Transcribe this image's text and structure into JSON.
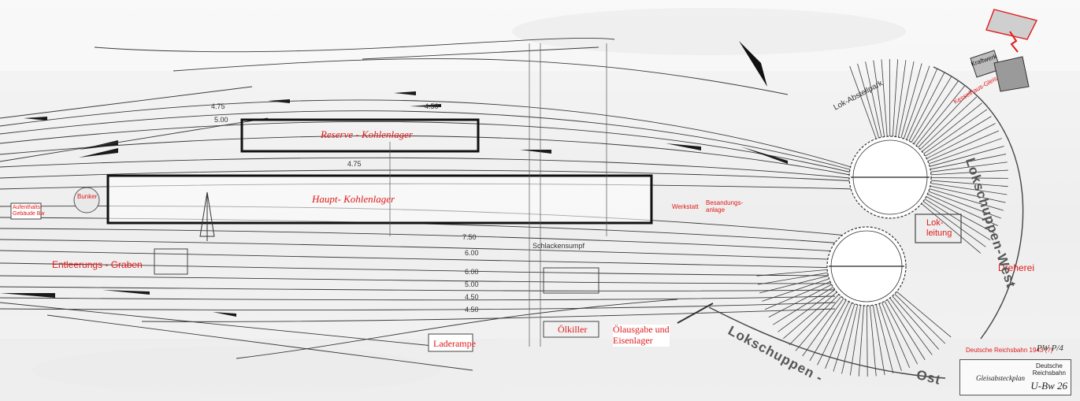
{
  "labels": {
    "reserve_kohlenlager": "Reserve - Kohlenlager",
    "haupt_kohlenlager": "Haupt- Kohlenlager",
    "bunker": "Bunker",
    "aufenthalts": "Aufenthalts-\nGebäude Bw",
    "entleerungs_graben": "Entleerungs - Graben",
    "laderampe": "Laderampe",
    "oelkiller": "Ölkiller",
    "oelausgabe": "Ölausgabe und\nEisenlager",
    "werkstatt": "Werkstatt",
    "besandung": "Besandungs-\nanlage",
    "lok_leitung": "Lok-\nleitung",
    "dreherei": "Dreherei",
    "kraftwerk": "Kraftwerk",
    "kesselhaus_gleis": "Kesselhaus-Gleis",
    "lok_abstellpark": "Lok-Abstellpark",
    "schlackensumpf": "Schlackensumpf",
    "lokschuppen_west": "Lokschuppen-West",
    "lokschuppen_ost_a": "Lokschuppen -",
    "lokschuppen_ost_b": "Ost"
  },
  "dimensions": [
    "4.75",
    "5.00",
    "4.50",
    "4.75",
    "7.50",
    "6.00",
    "6.00",
    "5.00",
    "4.50",
    "4.50"
  ],
  "title_block": {
    "stamp": "Deutsche Reichsbahn 1943 (?)",
    "signature": "PW P/4",
    "org": "Deutsche\nReichsbahn",
    "main": "Gleisabsteckplan",
    "number": "U-Bw 26"
  },
  "colors": {
    "label_red": "#e01a1a",
    "line": "#3a3a3a",
    "paper": "#f1f1f1"
  }
}
